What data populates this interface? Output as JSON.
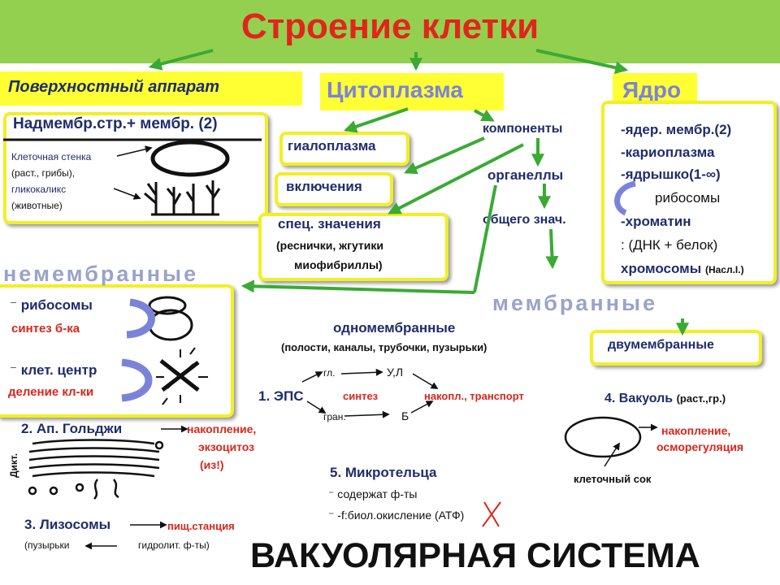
{
  "title": "Строение клетки",
  "surface": {
    "header": "Поверхностный аппарат",
    "line": "Надмембр.стр.+ мембр. (2)",
    "wall_lines": [
      "Клеточная стенка",
      "(раст., грибы),",
      "гликокаликс",
      "(животные)"
    ]
  },
  "cytoplasm": {
    "header": "Цитоплазма",
    "components": "компоненты",
    "hyaloplasm": "гиалоплазма",
    "inclusions": "включения",
    "organelles": "органеллы",
    "general": "общего знач.",
    "special": {
      "title": "спец. значения",
      "line1": "(реснички, жгутики",
      "line2": "миофибриллы)"
    }
  },
  "nucleus": {
    "header": "Ядро",
    "items": [
      "-ядер. мембр.(2)",
      "-кариоплазма",
      "-ядрышко(1-∞)",
      "рибосомы",
      "-хроматин",
      ": (ДНК + белок)"
    ],
    "chromosomes": "хромосомы",
    "heredity": "(Насл.I.)"
  },
  "nonmembrane": {
    "header": "немембранные",
    "ribosomes": "рибосомы",
    "ribo_fn": "синтез б-ка",
    "center": "клет. центр",
    "center_fn": "деление кл-ки"
  },
  "membrane": {
    "header": "мембранные",
    "single": "одномембранные",
    "single_desc": "(полости, каналы, трубочки, пузырьки)",
    "double": "двумембранные",
    "eps": {
      "label": "1. ЭПС",
      "smooth": "гл.",
      "rough": "гран.",
      "u_l": "У,Л",
      "b": "Б",
      "synthesis": "синтез",
      "accum": "накопл., транспорт"
    },
    "golgi": {
      "label": "2. Ап. Гольджи",
      "dict": "Дикт.",
      "fn1": "накопление,",
      "fn2": "экзоцитоз",
      "fn3": "(из!)"
    },
    "lysosomes": {
      "label": "3. Лизосомы",
      "fn": "пищ.станция",
      "vesicles": "(пузырьки",
      "hydro": "гидролит. ф-ты)"
    },
    "vacuole": {
      "label": "4. Вакуоль",
      "plants": "(раст.,гр.)",
      "fn1": "накопление,",
      "fn2": "осморегуляция",
      "sap": "клеточный сок"
    },
    "microbodies": {
      "label": "5. Микротельца",
      "bullet": "⁻",
      "item1": "содержат ф-ты",
      "item2": "-f:биол.окисление (АТФ)"
    }
  },
  "footer": "ВАКУОЛЯРНАЯ СИСТЕМА",
  "colors": {
    "header_bg": "#94d050",
    "title": "#e0261b",
    "box": "#ffff33",
    "arrow": "#3aaa35",
    "accent_blue": "#7b83d9",
    "navy": "#1f2d6b",
    "red": "#d9261c"
  }
}
